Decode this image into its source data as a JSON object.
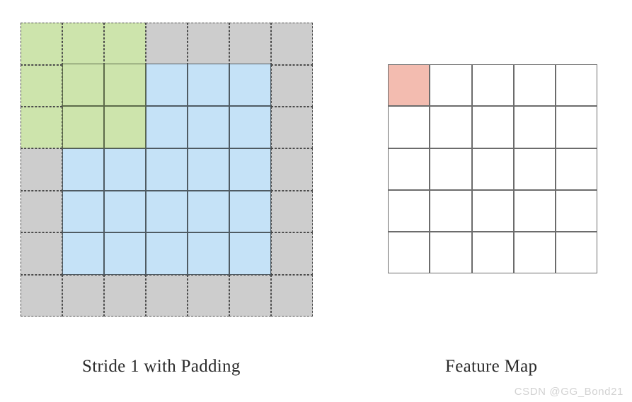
{
  "diagram": {
    "title_left": "Stride 1 with Padding",
    "title_right": "Feature Map",
    "watermark": "CSDN @GG_Bond21",
    "colors": {
      "padding_gray": "#cdcdcd",
      "kernel_green": "#cde4ac",
      "image_blue": "#c5e2f7",
      "feature_pink": "#f3bcb0",
      "grid_line_dashed": "#4a4a4a",
      "grid_line_solid": "#4f5b63",
      "feature_line": "#6c6c6c",
      "background": "#ffffff"
    },
    "input": {
      "name": "padded-input",
      "padded_rows": 7,
      "padded_cols": 7,
      "image_rows": 5,
      "image_cols": 5,
      "padding": 1,
      "stride": 1,
      "kernel_rows": 3,
      "kernel_cols": 3,
      "kernel_position": {
        "row": 0,
        "col": 0
      }
    },
    "output": {
      "name": "feature-map",
      "rows": 5,
      "cols": 5,
      "highlighted_cell": {
        "row": 0,
        "col": 0
      }
    }
  }
}
